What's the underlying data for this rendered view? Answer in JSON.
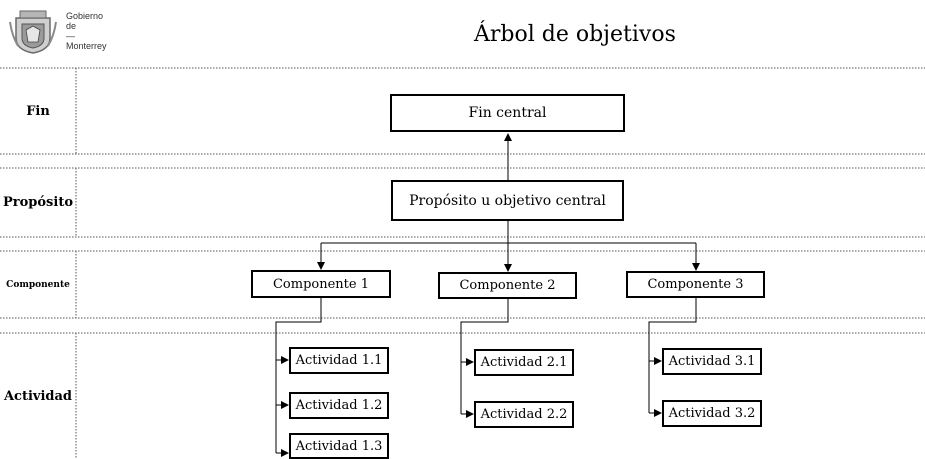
{
  "header": {
    "logo_lines": [
      "Gobierno",
      "de",
      "—",
      "Monterrey"
    ],
    "title": "Árbol de objetivos"
  },
  "rows": {
    "fin": "Fin",
    "proposito": "Propósito",
    "componente": "Componente",
    "actividad": "Actividad"
  },
  "nodes": {
    "fin_central": "Fin central",
    "proposito_central": "Propósito u objetivo central",
    "componentes": [
      "Componente 1",
      "Componente 2",
      "Componente 3"
    ],
    "actividades": {
      "c1": [
        "Actividad 1.1",
        "Actividad 1.2",
        "Actividad 1.3"
      ],
      "c2": [
        "Actividad 2.1",
        "Actividad 2.2"
      ],
      "c3": [
        "Actividad 3.1",
        "Actividad 3.2"
      ]
    }
  },
  "colors": {
    "line": "#000000",
    "band_separator": "#555555",
    "background": "#ffffff"
  },
  "icons": [
    "coat-of-arms-logo"
  ]
}
